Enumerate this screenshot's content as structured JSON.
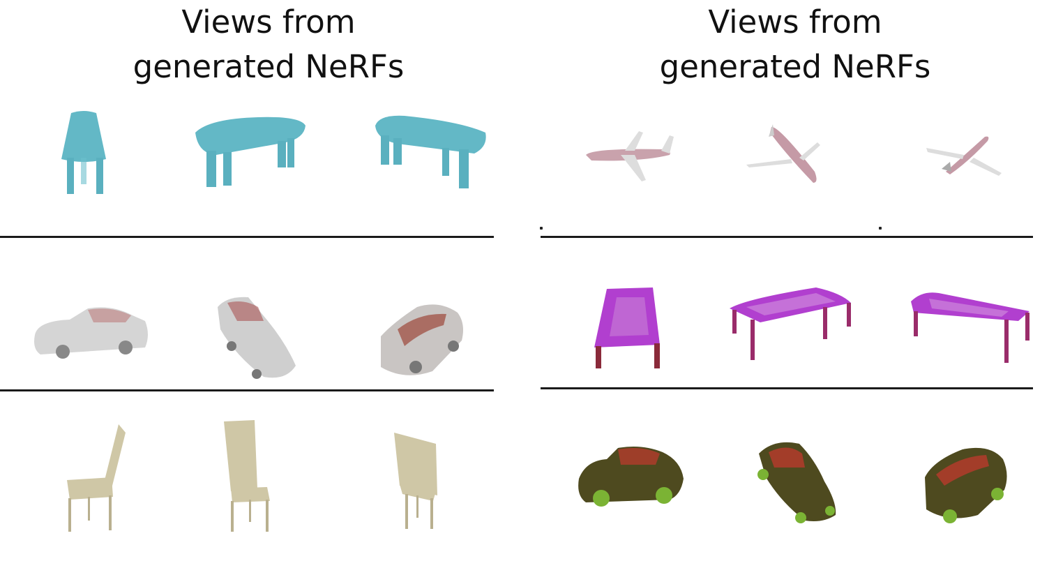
{
  "titles": {
    "left": {
      "line1": "Views",
      "line1b": "from",
      "line2": "generated NeRFs"
    },
    "right": {
      "line1": "Views",
      "line1b": "from",
      "line2": "generated NeRFs"
    }
  },
  "colors": {
    "table_teal": "#63b8c6",
    "airplane_body": "#c8a3ad",
    "car_gray": "#d2d2d2",
    "table_purple": "#b13fcf",
    "chair_beige": "#cfc7a6",
    "car_olive": "#4e4a1f",
    "car_accent": "#b33b2c",
    "divider": "#1a1a1a"
  },
  "grid": {
    "left": [
      {
        "object": "table",
        "icon": "teal-table-icon",
        "views": 3
      },
      {
        "object": "car",
        "icon": "gray-car-icon",
        "views": 3
      },
      {
        "object": "chair",
        "icon": "beige-chair-icon",
        "views": 3
      }
    ],
    "right": [
      {
        "object": "airplane",
        "icon": "airplane-icon",
        "views": 3
      },
      {
        "object": "table",
        "icon": "purple-table-icon",
        "views": 3
      },
      {
        "object": "car",
        "icon": "olive-car-icon",
        "views": 3
      }
    ]
  }
}
